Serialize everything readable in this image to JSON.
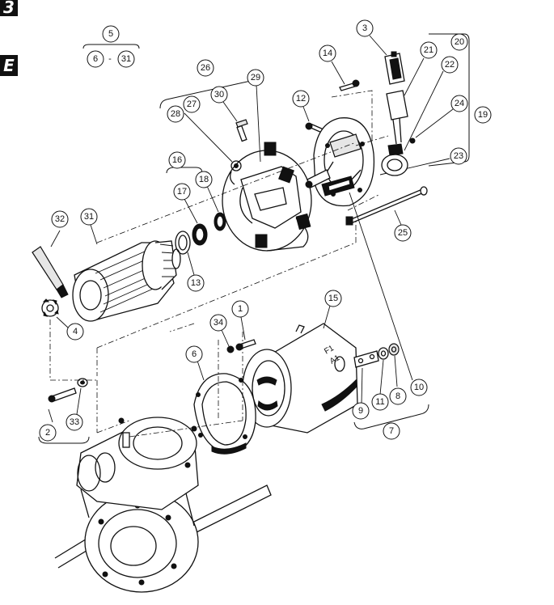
{
  "page_tabs": {
    "top": "3",
    "middle": "E"
  },
  "formula": {
    "assembly": "5",
    "from": "6",
    "sep": "-",
    "to": "31"
  },
  "callouts": [
    {
      "id": "c1",
      "label": "1"
    },
    {
      "id": "c2",
      "label": "2"
    },
    {
      "id": "c3",
      "label": "3"
    },
    {
      "id": "c4",
      "label": "4"
    },
    {
      "id": "c6",
      "label": "6"
    },
    {
      "id": "c7",
      "label": "7"
    },
    {
      "id": "c8",
      "label": "8"
    },
    {
      "id": "c9",
      "label": "9"
    },
    {
      "id": "c10",
      "label": "10"
    },
    {
      "id": "c11",
      "label": "11"
    },
    {
      "id": "c12",
      "label": "12"
    },
    {
      "id": "c13",
      "label": "13"
    },
    {
      "id": "c14",
      "label": "14"
    },
    {
      "id": "c15",
      "label": "15"
    },
    {
      "id": "c16",
      "label": "16"
    },
    {
      "id": "c17",
      "label": "17"
    },
    {
      "id": "c18",
      "label": "18"
    },
    {
      "id": "c19",
      "label": "19"
    },
    {
      "id": "c20",
      "label": "20"
    },
    {
      "id": "c21",
      "label": "21"
    },
    {
      "id": "c22",
      "label": "22"
    },
    {
      "id": "c23",
      "label": "23"
    },
    {
      "id": "c24",
      "label": "24"
    },
    {
      "id": "c25",
      "label": "25"
    },
    {
      "id": "c26",
      "label": "26"
    },
    {
      "id": "c27",
      "label": "27"
    },
    {
      "id": "c28",
      "label": "28"
    },
    {
      "id": "c29",
      "label": "29"
    },
    {
      "id": "c30",
      "label": "30"
    },
    {
      "id": "c31",
      "label": "31"
    },
    {
      "id": "c32",
      "label": "32"
    },
    {
      "id": "c33",
      "label": "33"
    },
    {
      "id": "c34",
      "label": "34"
    }
  ],
  "housing_terminal_marks": [
    "F1",
    "A1"
  ]
}
